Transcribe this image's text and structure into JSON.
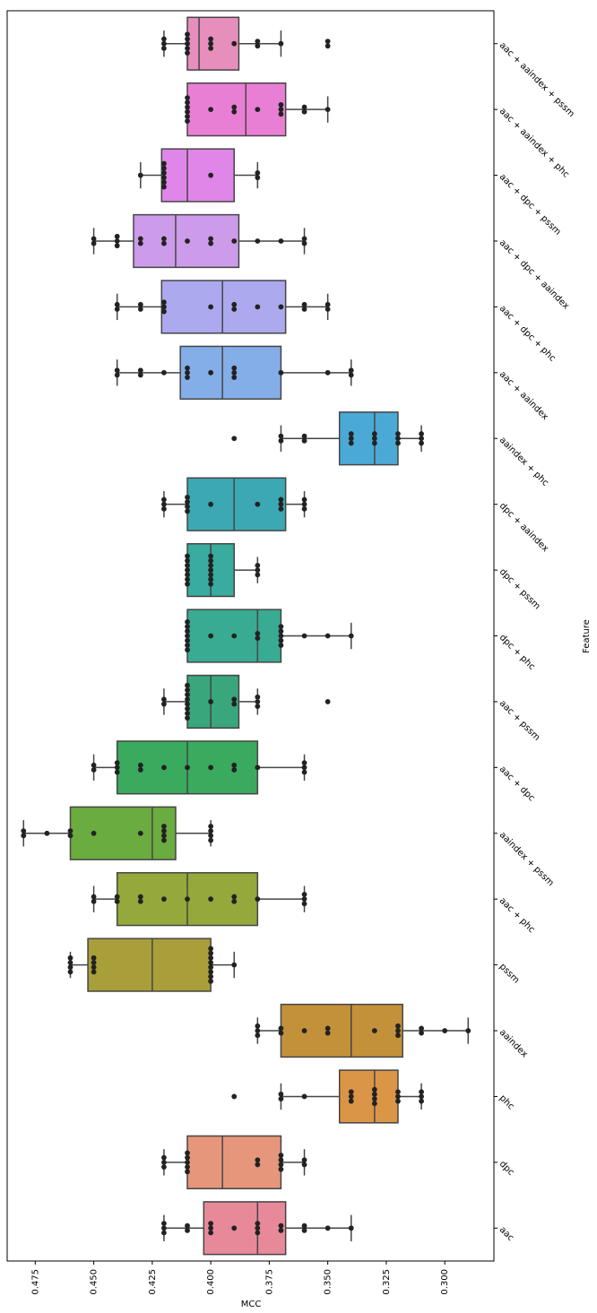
{
  "chart_data": {
    "type": "boxplot",
    "orientation": "horizontal-rotated",
    "xlabel": "MCC",
    "ylabel": "Feature",
    "x_ticks": [
      "0.475",
      "0.450",
      "0.425",
      "0.400",
      "0.375",
      "0.350",
      "0.325",
      "0.300"
    ],
    "x_tick_values": [
      0.475,
      0.45,
      0.425,
      0.4,
      0.375,
      0.35,
      0.325,
      0.3
    ],
    "xlim": [
      0.487,
      0.279
    ],
    "x_inverted": true,
    "grid": false,
    "categories": [
      {
        "name": "aac + aaindex + pssm",
        "color": "#e68fbd",
        "stats": {
          "min": 0.42,
          "q1": 0.41,
          "median": 0.405,
          "q3": 0.388,
          "max": 0.37
        },
        "points": [
          0.42,
          0.42,
          0.42,
          0.41,
          0.41,
          0.41,
          0.41,
          0.41,
          0.4,
          0.4,
          0.4,
          0.39,
          0.38,
          0.38,
          0.37,
          0.35,
          0.35
        ]
      },
      {
        "name": "aac + aaindex + phc",
        "color": "#e97fd5",
        "stats": {
          "min": 0.41,
          "q1": 0.41,
          "median": 0.385,
          "q3": 0.368,
          "max": 0.35
        },
        "points": [
          0.41,
          0.41,
          0.41,
          0.41,
          0.41,
          0.41,
          0.4,
          0.39,
          0.39,
          0.38,
          0.37,
          0.37,
          0.37,
          0.36,
          0.36,
          0.35
        ]
      },
      {
        "name": "aac + dpc + pssm",
        "color": "#df86e8",
        "stats": {
          "min": 0.43,
          "q1": 0.421,
          "median": 0.41,
          "q3": 0.39,
          "max": 0.38
        },
        "points": [
          0.43,
          0.42,
          0.42,
          0.42,
          0.42,
          0.42,
          0.42,
          0.4,
          0.38,
          0.38
        ]
      },
      {
        "name": "aac + dpc + aaindex",
        "color": "#cc9be9",
        "stats": {
          "min": 0.45,
          "q1": 0.433,
          "median": 0.415,
          "q3": 0.388,
          "max": 0.36
        },
        "points": [
          0.45,
          0.45,
          0.44,
          0.44,
          0.44,
          0.43,
          0.43,
          0.42,
          0.42,
          0.41,
          0.4,
          0.4,
          0.39,
          0.38,
          0.37,
          0.36,
          0.36
        ]
      },
      {
        "name": "aac + dpc + phc",
        "color": "#aca9ee",
        "stats": {
          "min": 0.44,
          "q1": 0.421,
          "median": 0.395,
          "q3": 0.368,
          "max": 0.35
        },
        "points": [
          0.44,
          0.44,
          0.43,
          0.43,
          0.42,
          0.42,
          0.42,
          0.4,
          0.39,
          0.39,
          0.38,
          0.37,
          0.36,
          0.36,
          0.35,
          0.35
        ]
      },
      {
        "name": "aac + aaindex",
        "color": "#83aee8",
        "stats": {
          "min": 0.44,
          "q1": 0.413,
          "median": 0.395,
          "q3": 0.37,
          "max": 0.34
        },
        "points": [
          0.44,
          0.44,
          0.43,
          0.43,
          0.42,
          0.41,
          0.41,
          0.41,
          0.4,
          0.39,
          0.39,
          0.39,
          0.37,
          0.35,
          0.34,
          0.34
        ]
      },
      {
        "name": "aaindex + phc",
        "color": "#4ba9d6",
        "stats": {
          "min": 0.37,
          "q1": 0.345,
          "median": 0.33,
          "q3": 0.32,
          "max": 0.31
        },
        "points": [
          0.39,
          0.37,
          0.37,
          0.36,
          0.36,
          0.34,
          0.34,
          0.34,
          0.33,
          0.33,
          0.33,
          0.32,
          0.32,
          0.32,
          0.31,
          0.31,
          0.31
        ]
      },
      {
        "name": "dpc + aaindex",
        "color": "#3ba8b3",
        "stats": {
          "min": 0.42,
          "q1": 0.41,
          "median": 0.39,
          "q3": 0.368,
          "max": 0.36
        },
        "points": [
          0.42,
          0.42,
          0.42,
          0.41,
          0.41,
          0.41,
          0.41,
          0.4,
          0.38,
          0.37,
          0.37,
          0.37,
          0.36,
          0.36,
          0.36
        ]
      },
      {
        "name": "dpc + pssm",
        "color": "#39ab9f",
        "stats": {
          "min": 0.41,
          "q1": 0.41,
          "median": 0.4,
          "q3": 0.39,
          "max": 0.38
        },
        "points": [
          0.41,
          0.41,
          0.41,
          0.41,
          0.41,
          0.41,
          0.41,
          0.4,
          0.4,
          0.4,
          0.4,
          0.4,
          0.4,
          0.4,
          0.38,
          0.38,
          0.38
        ]
      },
      {
        "name": "dpc + phc",
        "color": "#3aab93",
        "stats": {
          "min": 0.41,
          "q1": 0.41,
          "median": 0.38,
          "q3": 0.37,
          "max": 0.34
        },
        "points": [
          0.41,
          0.41,
          0.41,
          0.41,
          0.41,
          0.41,
          0.41,
          0.4,
          0.39,
          0.38,
          0.38,
          0.37,
          0.37,
          0.37,
          0.37,
          0.37,
          0.36,
          0.35,
          0.34
        ]
      },
      {
        "name": "aac + pssm",
        "color": "#39a67b",
        "stats": {
          "min": 0.42,
          "q1": 0.41,
          "median": 0.4,
          "q3": 0.388,
          "max": 0.38
        },
        "points": [
          0.42,
          0.42,
          0.41,
          0.41,
          0.41,
          0.41,
          0.41,
          0.41,
          0.41,
          0.41,
          0.4,
          0.39,
          0.39,
          0.38,
          0.38,
          0.38,
          0.35
        ]
      },
      {
        "name": "aac + dpc",
        "color": "#3aaa5e",
        "stats": {
          "min": 0.45,
          "q1": 0.44,
          "median": 0.41,
          "q3": 0.38,
          "max": 0.36
        },
        "points": [
          0.45,
          0.45,
          0.44,
          0.44,
          0.44,
          0.43,
          0.43,
          0.42,
          0.41,
          0.4,
          0.39,
          0.39,
          0.38,
          0.36,
          0.36,
          0.36
        ]
      },
      {
        "name": "aaindex + pssm",
        "color": "#6aac3f",
        "stats": {
          "min": 0.48,
          "q1": 0.46,
          "median": 0.425,
          "q3": 0.415,
          "max": 0.4
        },
        "points": [
          0.48,
          0.48,
          0.47,
          0.46,
          0.46,
          0.45,
          0.43,
          0.42,
          0.42,
          0.42,
          0.42,
          0.4,
          0.4,
          0.4,
          0.4
        ]
      },
      {
        "name": "aac + phc",
        "color": "#95a83b",
        "stats": {
          "min": 0.45,
          "q1": 0.44,
          "median": 0.41,
          "q3": 0.38,
          "max": 0.36
        },
        "points": [
          0.45,
          0.45,
          0.44,
          0.44,
          0.43,
          0.43,
          0.42,
          0.41,
          0.4,
          0.39,
          0.39,
          0.38,
          0.36,
          0.36,
          0.36
        ]
      },
      {
        "name": "pssm",
        "color": "#a89e3a",
        "stats": {
          "min": 0.46,
          "q1": 0.4525,
          "median": 0.425,
          "q3": 0.4,
          "max": 0.39
        },
        "points": [
          0.46,
          0.46,
          0.46,
          0.46,
          0.45,
          0.45,
          0.45,
          0.45,
          0.4,
          0.4,
          0.4,
          0.4,
          0.4,
          0.4,
          0.4,
          0.4,
          0.39
        ]
      },
      {
        "name": "aaindex",
        "color": "#c3913a",
        "stats": {
          "min": 0.38,
          "q1": 0.37,
          "median": 0.34,
          "q3": 0.318,
          "max": 0.29
        },
        "points": [
          0.38,
          0.38,
          0.38,
          0.37,
          0.37,
          0.36,
          0.35,
          0.35,
          0.33,
          0.32,
          0.32,
          0.32,
          0.31,
          0.31,
          0.3,
          0.29
        ]
      },
      {
        "name": "phc",
        "color": "#db9547",
        "stats": {
          "min": 0.37,
          "q1": 0.345,
          "median": 0.33,
          "q3": 0.32,
          "max": 0.31
        },
        "points": [
          0.39,
          0.37,
          0.37,
          0.36,
          0.34,
          0.34,
          0.34,
          0.33,
          0.33,
          0.33,
          0.33,
          0.32,
          0.32,
          0.32,
          0.31,
          0.31,
          0.31
        ]
      },
      {
        "name": "dpc",
        "color": "#e6967b",
        "stats": {
          "min": 0.42,
          "q1": 0.41,
          "median": 0.395,
          "q3": 0.37,
          "max": 0.36
        },
        "points": [
          0.42,
          0.42,
          0.42,
          0.41,
          0.41,
          0.41,
          0.41,
          0.41,
          0.38,
          0.38,
          0.37,
          0.37,
          0.37,
          0.37,
          0.36,
          0.36
        ]
      },
      {
        "name": "aac",
        "color": "#e8899a",
        "stats": {
          "min": 0.42,
          "q1": 0.403,
          "median": 0.38,
          "q3": 0.368,
          "max": 0.34
        },
        "points": [
          0.42,
          0.42,
          0.42,
          0.41,
          0.41,
          0.4,
          0.4,
          0.4,
          0.39,
          0.38,
          0.38,
          0.38,
          0.37,
          0.37,
          0.36,
          0.36,
          0.35,
          0.34
        ]
      }
    ]
  }
}
